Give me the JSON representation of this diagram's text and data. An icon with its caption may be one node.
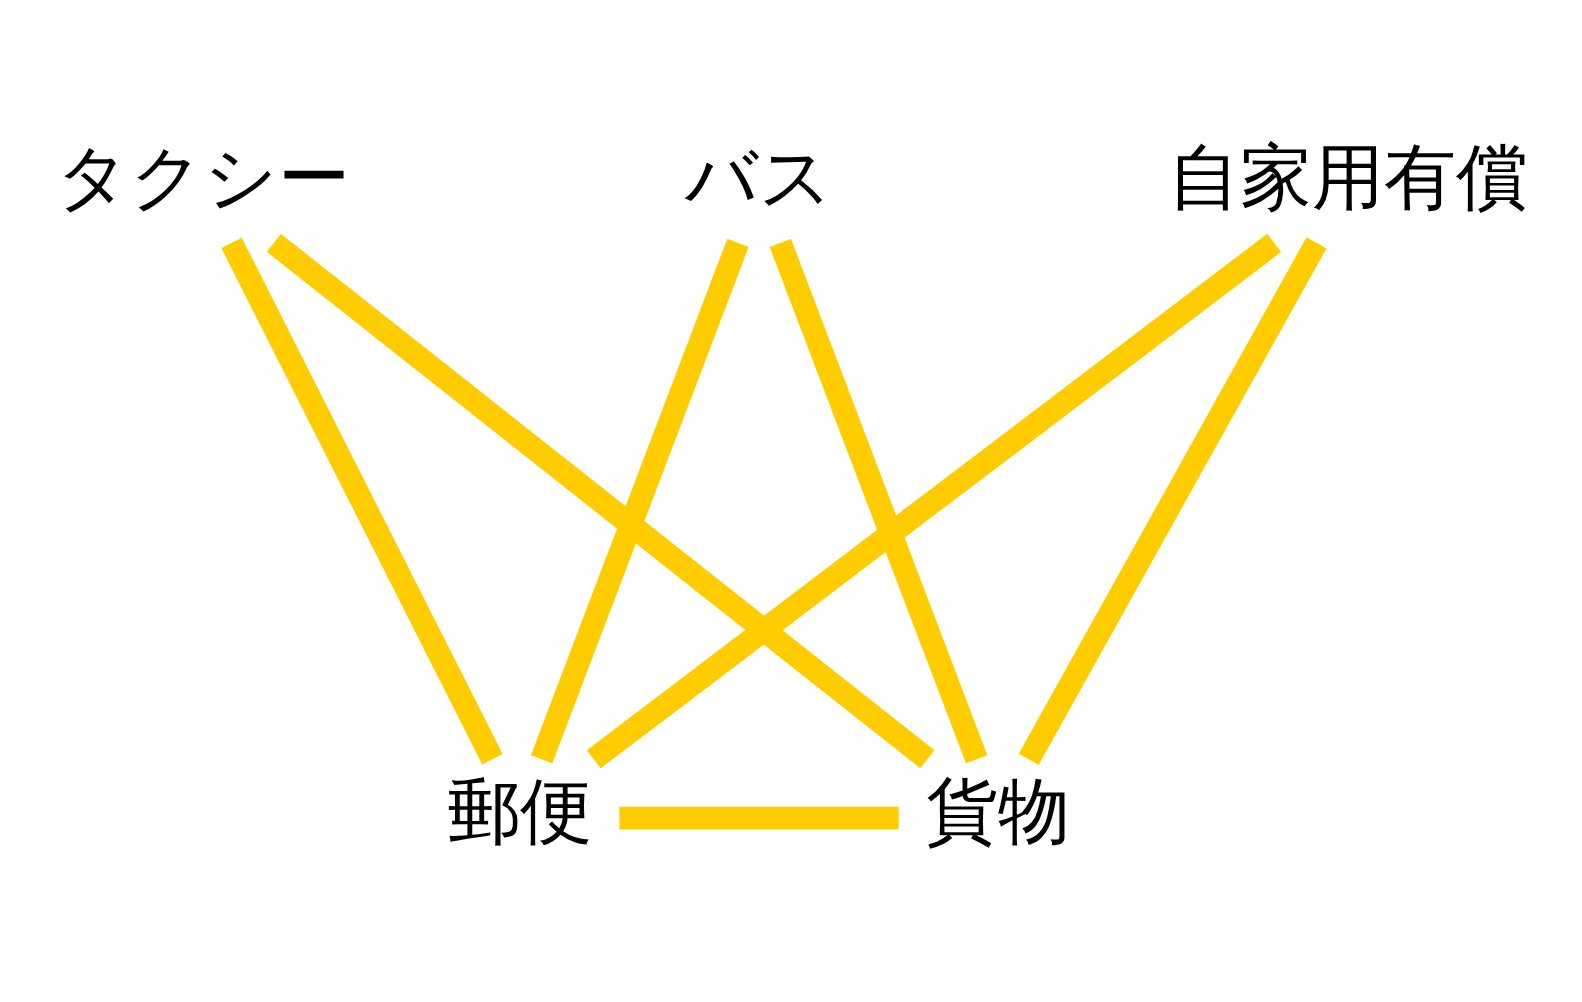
{
  "diagram": {
    "nodes": [
      {
        "text": [
          "タクシー"
        ]
      },
      {
        "text": [
          "バス"
        ]
      },
      {
        "text": [
          "自家用有償"
        ]
      },
      {
        "text": [
          "郵便"
        ]
      },
      {
        "text": [
          "貨物"
        ]
      }
    ],
    "edges": [
      {
        "from": 0,
        "to": 3,
        "arrow": "none"
      },
      {
        "from": 0,
        "to": 4,
        "arrow": "none"
      },
      {
        "from": 1,
        "to": 3,
        "arrow": "none"
      },
      {
        "from": 1,
        "to": 4,
        "arrow": "none"
      },
      {
        "from": 2,
        "to": 3,
        "arrow": "none"
      },
      {
        "from": 2,
        "to": 4,
        "arrow": "none"
      },
      {
        "from": 3,
        "to": 4,
        "arrow": "none"
      }
    ]
  }
}
